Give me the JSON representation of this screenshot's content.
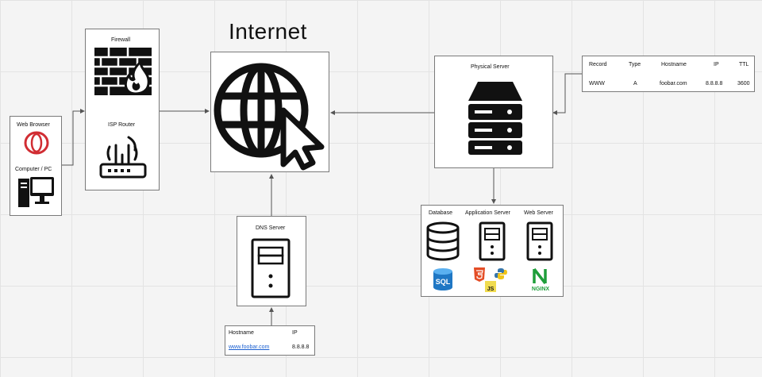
{
  "title": "Internet",
  "client": {
    "browser_label": "Web Browser",
    "pc_label": "Computer / PC"
  },
  "edge": {
    "firewall_label": "Firewall",
    "router_label": "ISP Router"
  },
  "dns": {
    "label": "DNS Server",
    "table": {
      "headers": [
        "Hostname",
        "IP"
      ],
      "row": [
        "www.foobar.com",
        "8.8.8.8"
      ]
    }
  },
  "physical_server": {
    "label": "Physical Server"
  },
  "record_table": {
    "headers": [
      "Record",
      "Type",
      "Hostname",
      "IP",
      "TTL"
    ],
    "row": [
      "WWW",
      "A",
      "foobar.com",
      "8.8.8.8",
      "3600"
    ]
  },
  "stack": {
    "database_label": "Database",
    "app_label": "Application Server",
    "web_label": "Web Server",
    "sql_badge": "SQL",
    "js_badge": "JS",
    "nginx_badge": "NGINX"
  },
  "colors": {
    "border": "#7a7a7a",
    "wire": "#555555",
    "opera_red": "#d12d33",
    "sql_blue": "#1f77c4",
    "html_orange": "#e44d26",
    "js_yellow": "#f0db4f",
    "python_blue": "#3776ab",
    "nginx_green": "#1e9e3a"
  },
  "icons": [
    "opera-icon",
    "desktop-pc-icon",
    "firewall-icon",
    "router-icon",
    "globe-cursor-icon",
    "server-tower-icon",
    "database-icon",
    "sql-icon",
    "html5-icon",
    "python-icon",
    "js-icon",
    "nginx-icon",
    "physical-server-icon"
  ]
}
